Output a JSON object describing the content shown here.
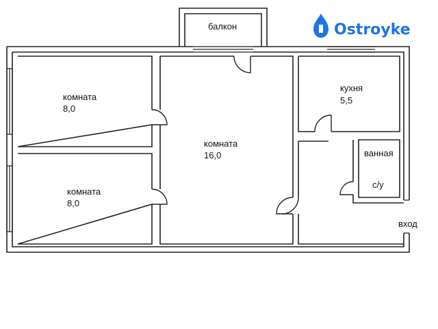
{
  "logo": {
    "text": "Ostroyke",
    "color": "#1e73e8"
  },
  "rooms": [
    {
      "id": "bedroom-top",
      "name": "комната",
      "area": "8,0"
    },
    {
      "id": "bedroom-bottom",
      "name": "комната",
      "area": "8,0"
    },
    {
      "id": "living-room",
      "name": "комната",
      "area": "16,0"
    },
    {
      "id": "kitchen",
      "name": "кухня",
      "area": "5,5"
    },
    {
      "id": "bathroom",
      "name": "ванная"
    },
    {
      "id": "toilet",
      "name": "с/у"
    },
    {
      "id": "balcony",
      "name": "балкон"
    }
  ],
  "entrance": {
    "label": "вход"
  }
}
